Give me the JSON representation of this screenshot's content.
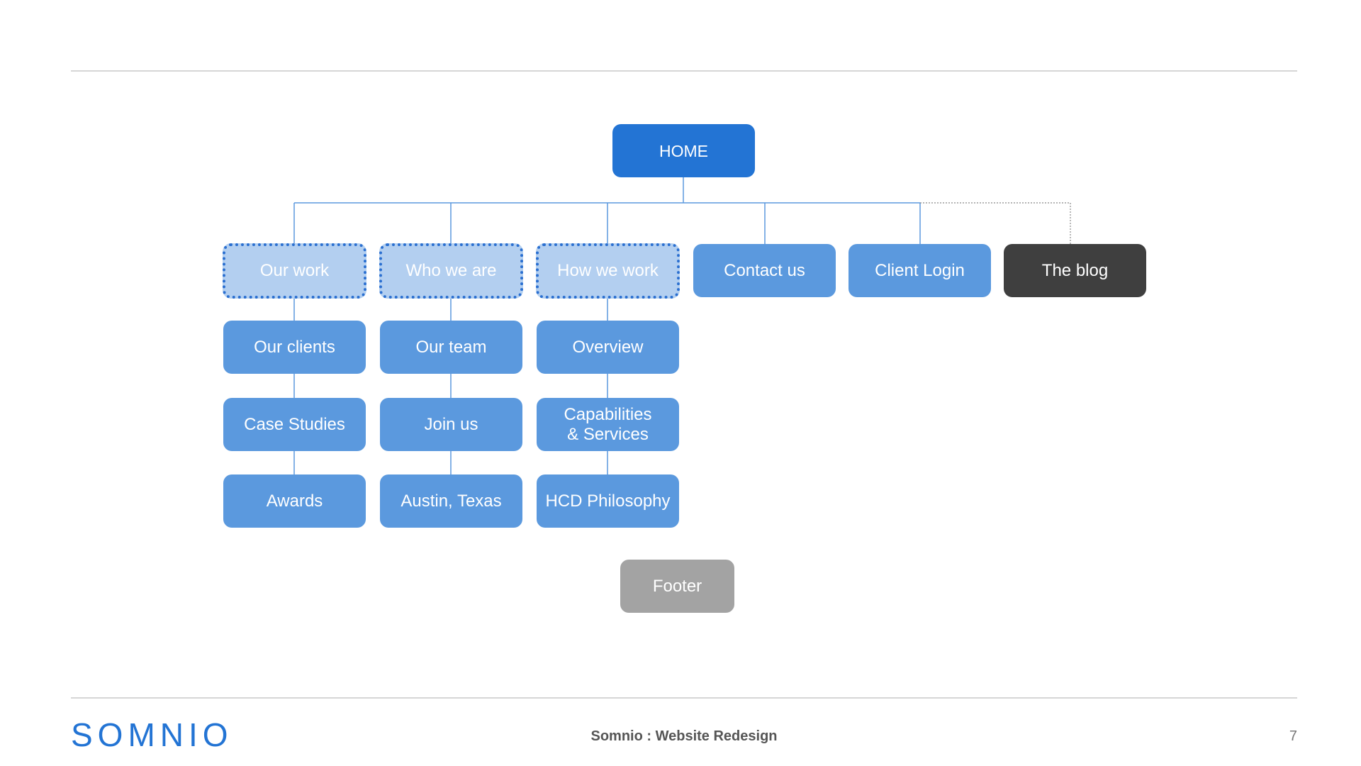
{
  "diagram": {
    "home": "HOME",
    "nav": {
      "our_work": "Our work",
      "who_we_are": "Who we are",
      "how_we_work": "How we work",
      "contact_us": "Contact us",
      "client_login": "Client Login",
      "the_blog": "The blog"
    },
    "our_work_children": [
      "Our clients",
      "Case Studies",
      "Awards"
    ],
    "who_we_are_children": [
      "Our team",
      "Join us",
      "Austin, Texas"
    ],
    "how_we_work_children": [
      "Overview",
      "Capabilities\n& Services",
      "HCD Philosophy"
    ],
    "footer": "Footer"
  },
  "colors": {
    "home": "#2374d4",
    "node": "#5b99de",
    "faded_node": "#b3cff0",
    "dashed_border": "#2a6fd0",
    "blog": "#3f3f3f",
    "footer": "#a3a3a3",
    "connector": "#5b99de"
  },
  "footer_bar": {
    "brand": "SOMNIO",
    "deck_title": "Somnio : Website Redesign",
    "page_number": "7"
  }
}
